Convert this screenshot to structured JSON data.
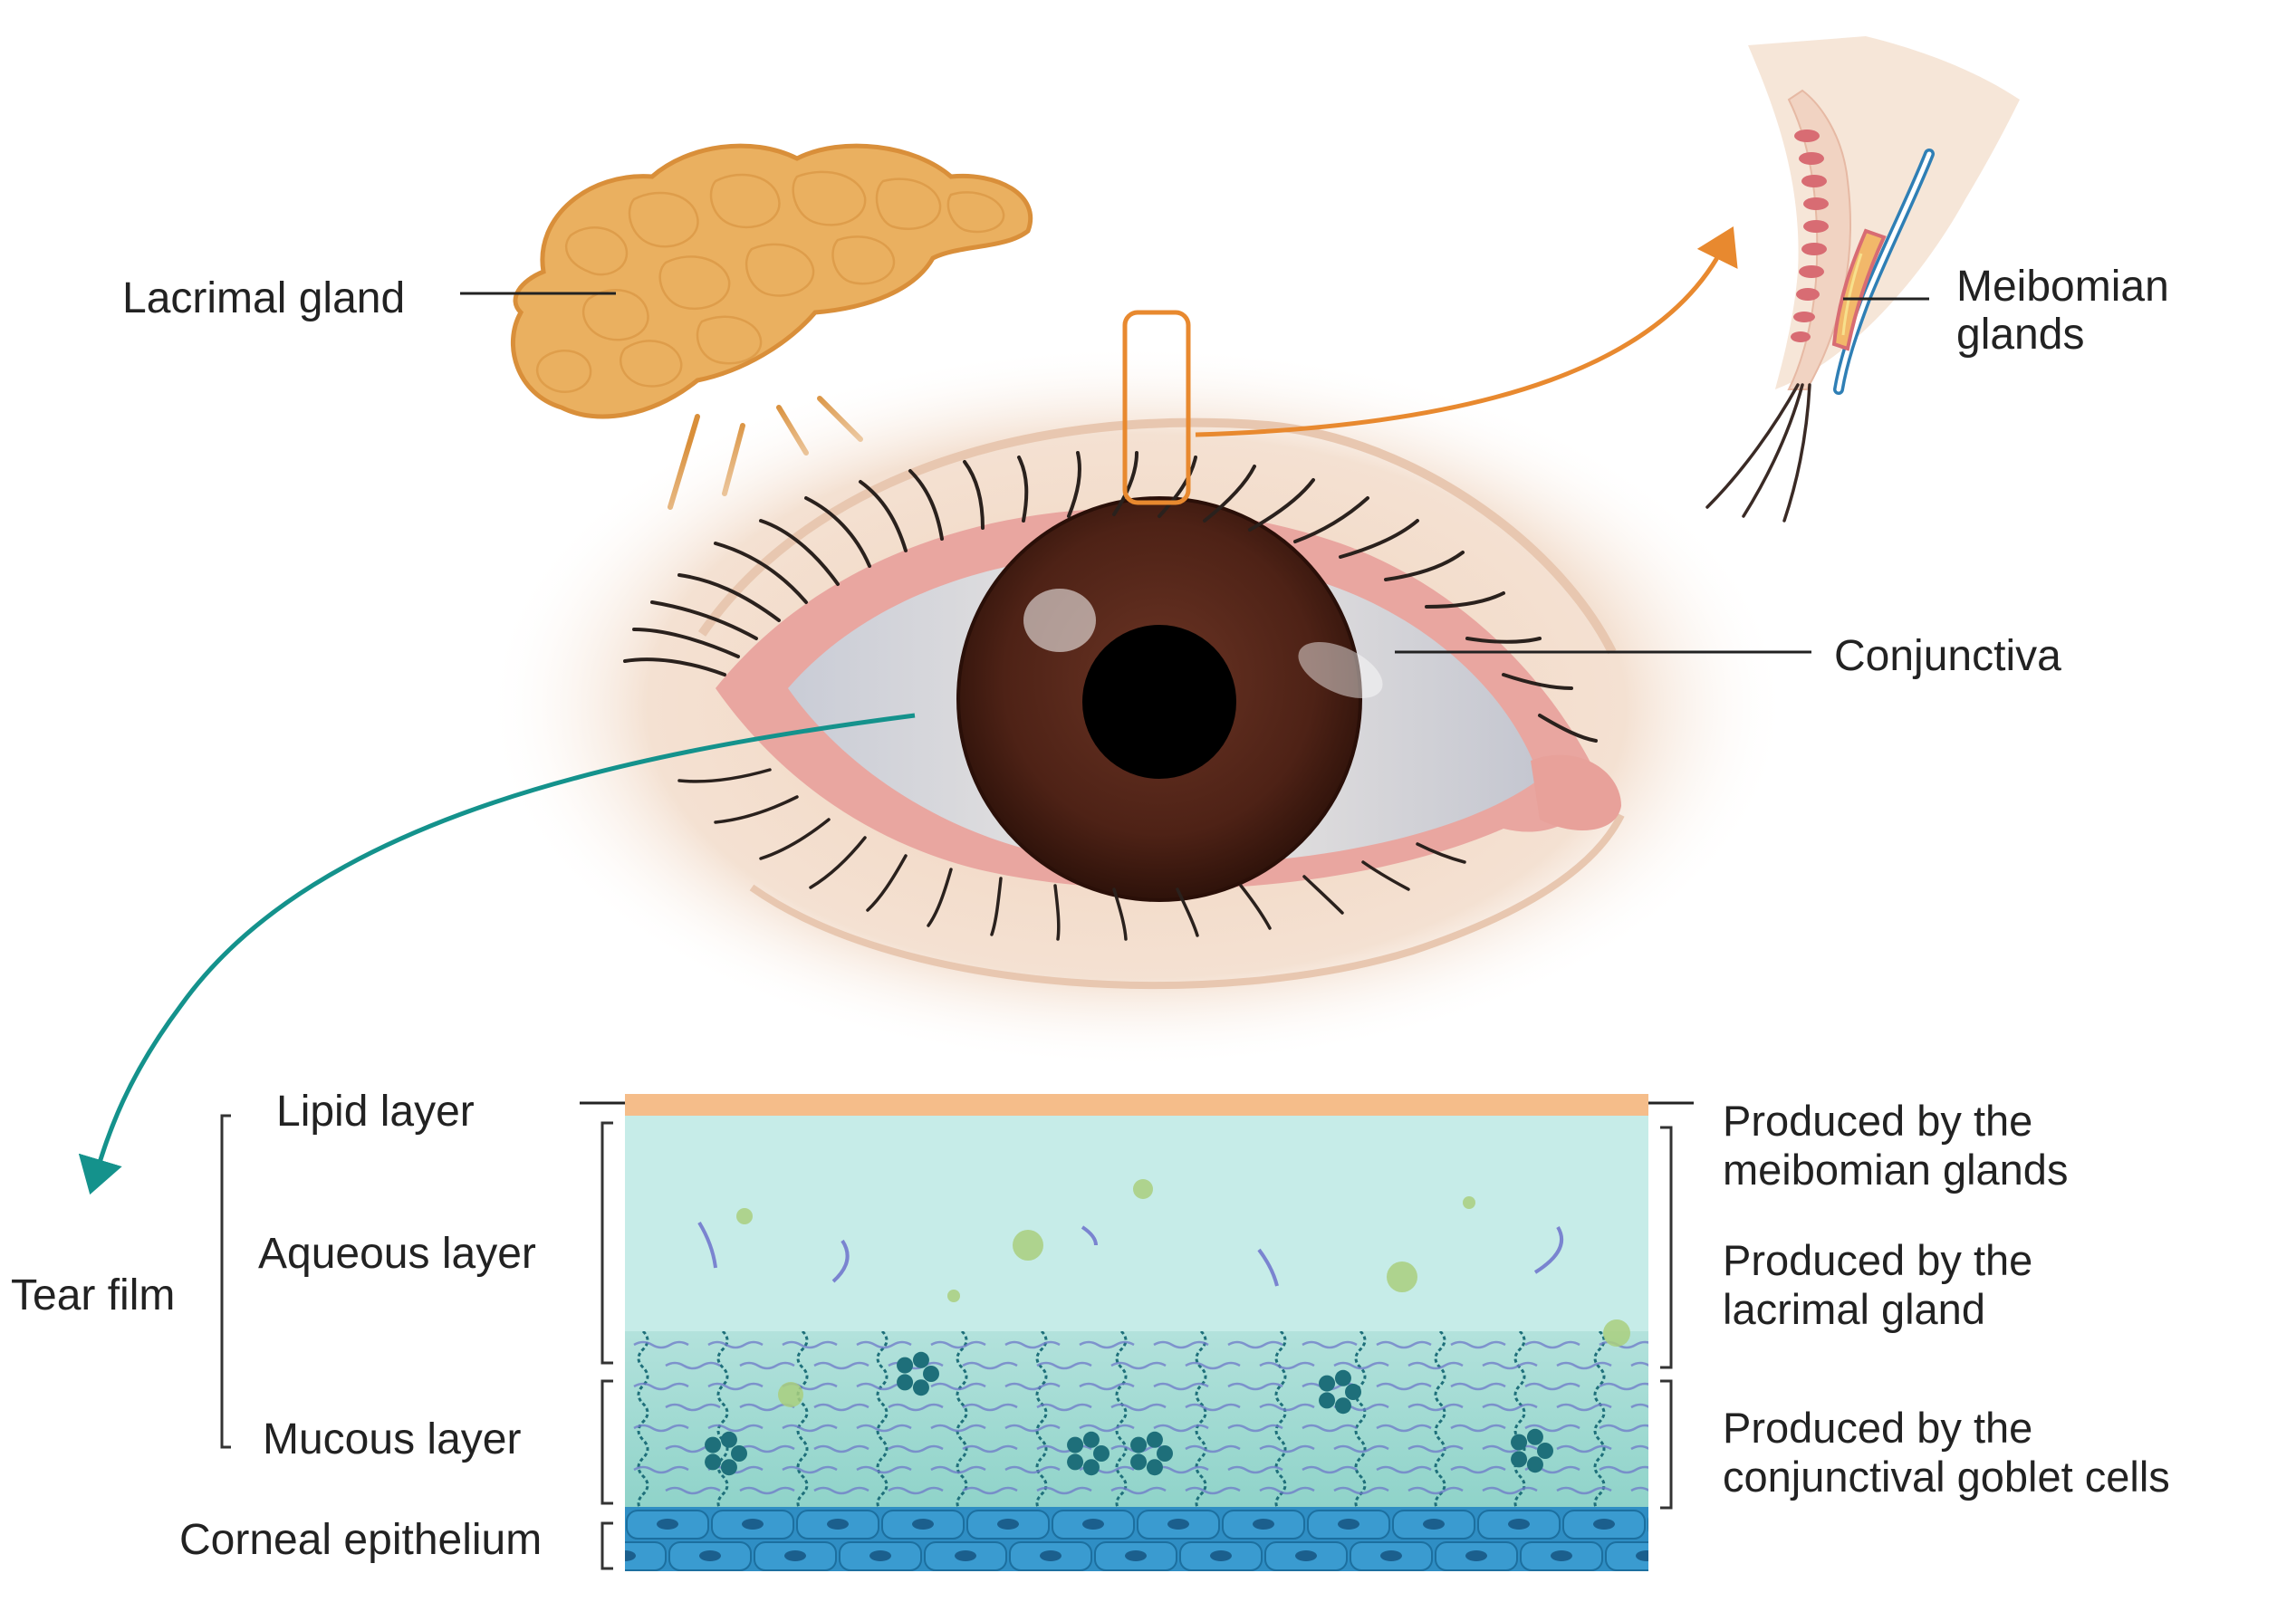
{
  "labels": {
    "lacrimal_gland": "Lacrimal gland",
    "meibomian_line1": "Meibomian",
    "meibomian_line2": "glands",
    "conjunctiva": "Conjunctiva",
    "tear_film": "Tear film",
    "lipid_layer": "Lipid layer",
    "aqueous_layer": "Aqueous layer",
    "mucous_layer": "Mucous layer",
    "corneal_epithelium": "Corneal epithelium"
  },
  "sources": {
    "lipid_line1": "Produced by the",
    "lipid_line2": "meibomian glands",
    "aqueous_line1": "Produced by the",
    "aqueous_line2": "lacrimal gland",
    "mucous_line1": "Produced by the",
    "mucous_line2": "conjunctival goblet cells"
  },
  "colors": {
    "gland_fill": "#eab060",
    "gland_outline": "#d98f3a",
    "skin": "#f2dcc8",
    "lid_pink": "#e9a6a0",
    "iris": "#5a2a1c",
    "sclera": "#e6e2df",
    "lipid": "#f5bd8a",
    "aqueous": "#c6ece8",
    "mucous": "#9fd8d0",
    "epithelium": "#2f8ec4",
    "orange_arrow": "#e8892f",
    "teal_arrow": "#14928c",
    "label_text": "#222222"
  }
}
